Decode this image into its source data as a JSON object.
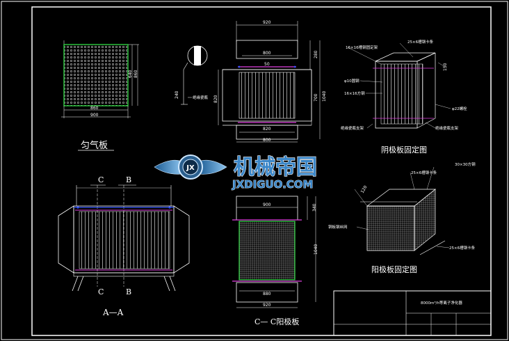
{
  "captions": {
    "air_plate": "匀气板",
    "section_aa": "A—A",
    "section_cc": "C— C阳极板",
    "cathode_fix": "阴极板固定图",
    "anode_fix": "阳极板固定图"
  },
  "section_marks": {
    "c": "C",
    "b": "B"
  },
  "dims": {
    "plate_w": "900",
    "plate_inner": "860",
    "plate_h1": "640",
    "plate_h2": "860",
    "front_top": "920",
    "front_inner": "800",
    "front_50": "50",
    "front_bottom": "820",
    "front_base": "800",
    "front_right1": "280",
    "front_right2": "700",
    "front_right3": "1040",
    "front_left": "820",
    "front_240": "240",
    "cc_top": "900",
    "cc_bottom1": "880",
    "cc_bottom2": "920",
    "cc_right1": "340",
    "cc_right2": "1040",
    "cc_120": "120",
    "cc_150": "150"
  },
  "notes": {
    "n1": "16×16槽钢固定架",
    "n2": "25×6槽钢卡条",
    "n3": "φ10圆钢",
    "n4": "16×16方钢",
    "n5": "φ22螺栓",
    "n6": "绝缘瓷瓶支架",
    "n7": "绝缘瓷瓶支架",
    "n8": "30×30方钢",
    "n9": "25×6槽钢卡条",
    "n10": "铜板钢丝网",
    "n11": "25×6槽钢卡条",
    "insulator": "绝缘瓷瓶"
  },
  "logo": {
    "name": "机械帝国",
    "domain": "JXDIGUO.COM",
    "emblem": "JX"
  },
  "title_block": {
    "title": "8000m³/h等离子净化器"
  },
  "colors": {
    "bg": "#000000",
    "line": "#ffffff",
    "green": "#2ecc40",
    "blue": "#3355ff",
    "magenta": "#e040e0",
    "logo_blue": "#3a86c8"
  }
}
